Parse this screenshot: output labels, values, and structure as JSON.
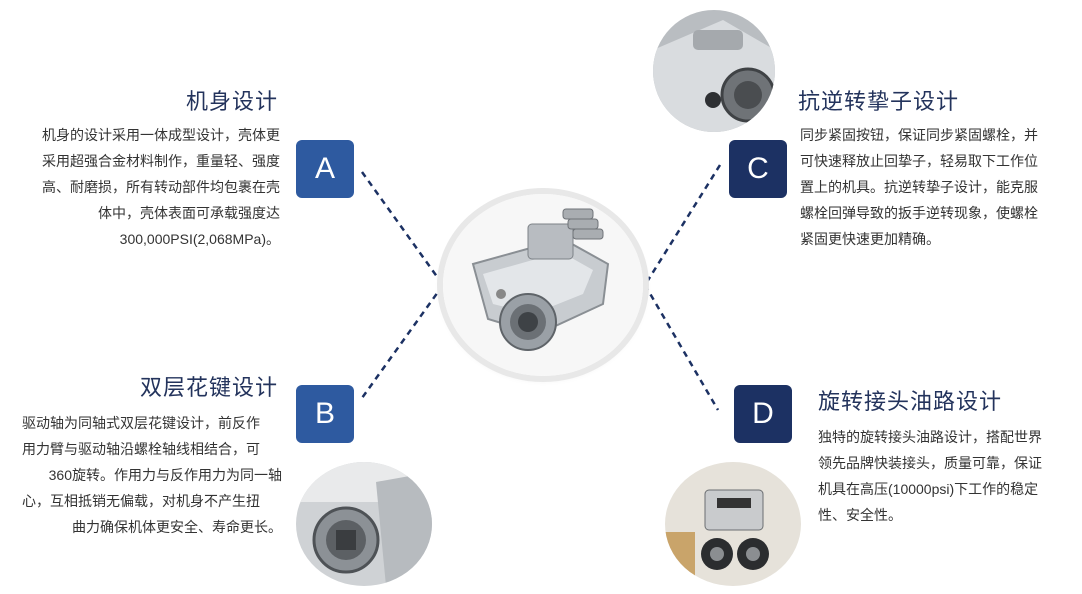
{
  "features": {
    "a": {
      "badge": "A",
      "title": "机身设计",
      "lines": [
        "机身的设计采用一体成型设计，壳体更",
        "采用超强合金材料制作，重量轻、强度",
        "高、耐磨损，所有转动部件均包裹在壳",
        "体中，壳体表面可承载强度达",
        "300,000PSI(2,068MPa)。"
      ]
    },
    "b": {
      "badge": "B",
      "title": "双层花键设计",
      "lines": [
        "驱动轴为同轴式双层花键设计，前反作",
        "用力臂与驱动轴沿螺栓轴线相结合，可",
        "360旋转。作用力与反作用力为同一轴",
        "心，互相抵销无偏载，对机身不产生扭",
        "曲力确保机体更安全、寿命更长。"
      ]
    },
    "c": {
      "badge": "C",
      "title": "抗逆转挚子设计",
      "lines": [
        "同步紧固按钮，保证同步紧固螺栓，并",
        "可快速释放止回挚子，轻易取下工作位",
        "置上的机具。抗逆转挚子设计，能克服",
        "螺栓回弹导致的扳手逆转现象，使螺栓",
        "紧固更快速更加精确。"
      ]
    },
    "d": {
      "badge": "D",
      "title": "旋转接头油路设计",
      "lines": [
        "独特的旋转接头油路设计，搭配世界",
        "领先品牌快装接头，质量可靠，保证",
        "机具在高压(10000psi)下工作的稳定",
        "性、安全性。"
      ]
    }
  },
  "colors": {
    "badge_light": "#2e5aa0",
    "badge_dark": "#1c3163",
    "title": "#23335c",
    "connector": "#1c3163"
  }
}
